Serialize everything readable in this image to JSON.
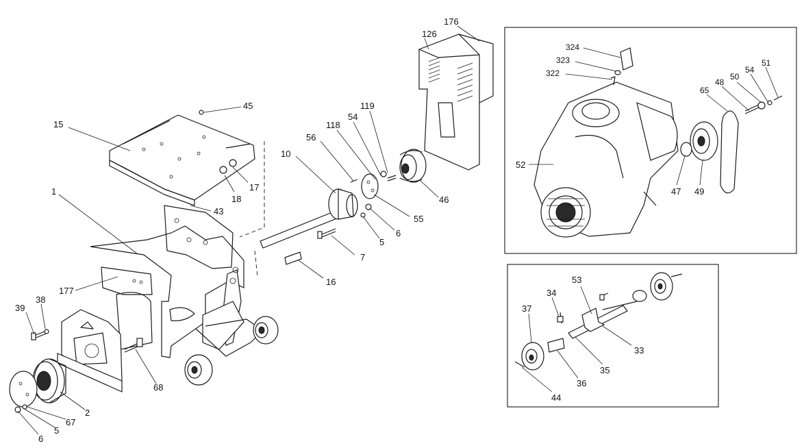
{
  "callouts": {
    "left": [
      "176",
      "126",
      "45",
      "15",
      "17",
      "18",
      "43",
      "1",
      "177",
      "39",
      "38",
      "2",
      "67",
      "5",
      "6",
      "68",
      "119",
      "54",
      "118",
      "56",
      "10",
      "46",
      "55",
      "6",
      "5",
      "7",
      "16"
    ],
    "engine": [
      "324",
      "323",
      "322",
      "51",
      "54",
      "50",
      "48",
      "65",
      "52",
      "47",
      "49"
    ],
    "idler": [
      "53",
      "34",
      "37",
      "33",
      "35",
      "36",
      "44"
    ]
  }
}
